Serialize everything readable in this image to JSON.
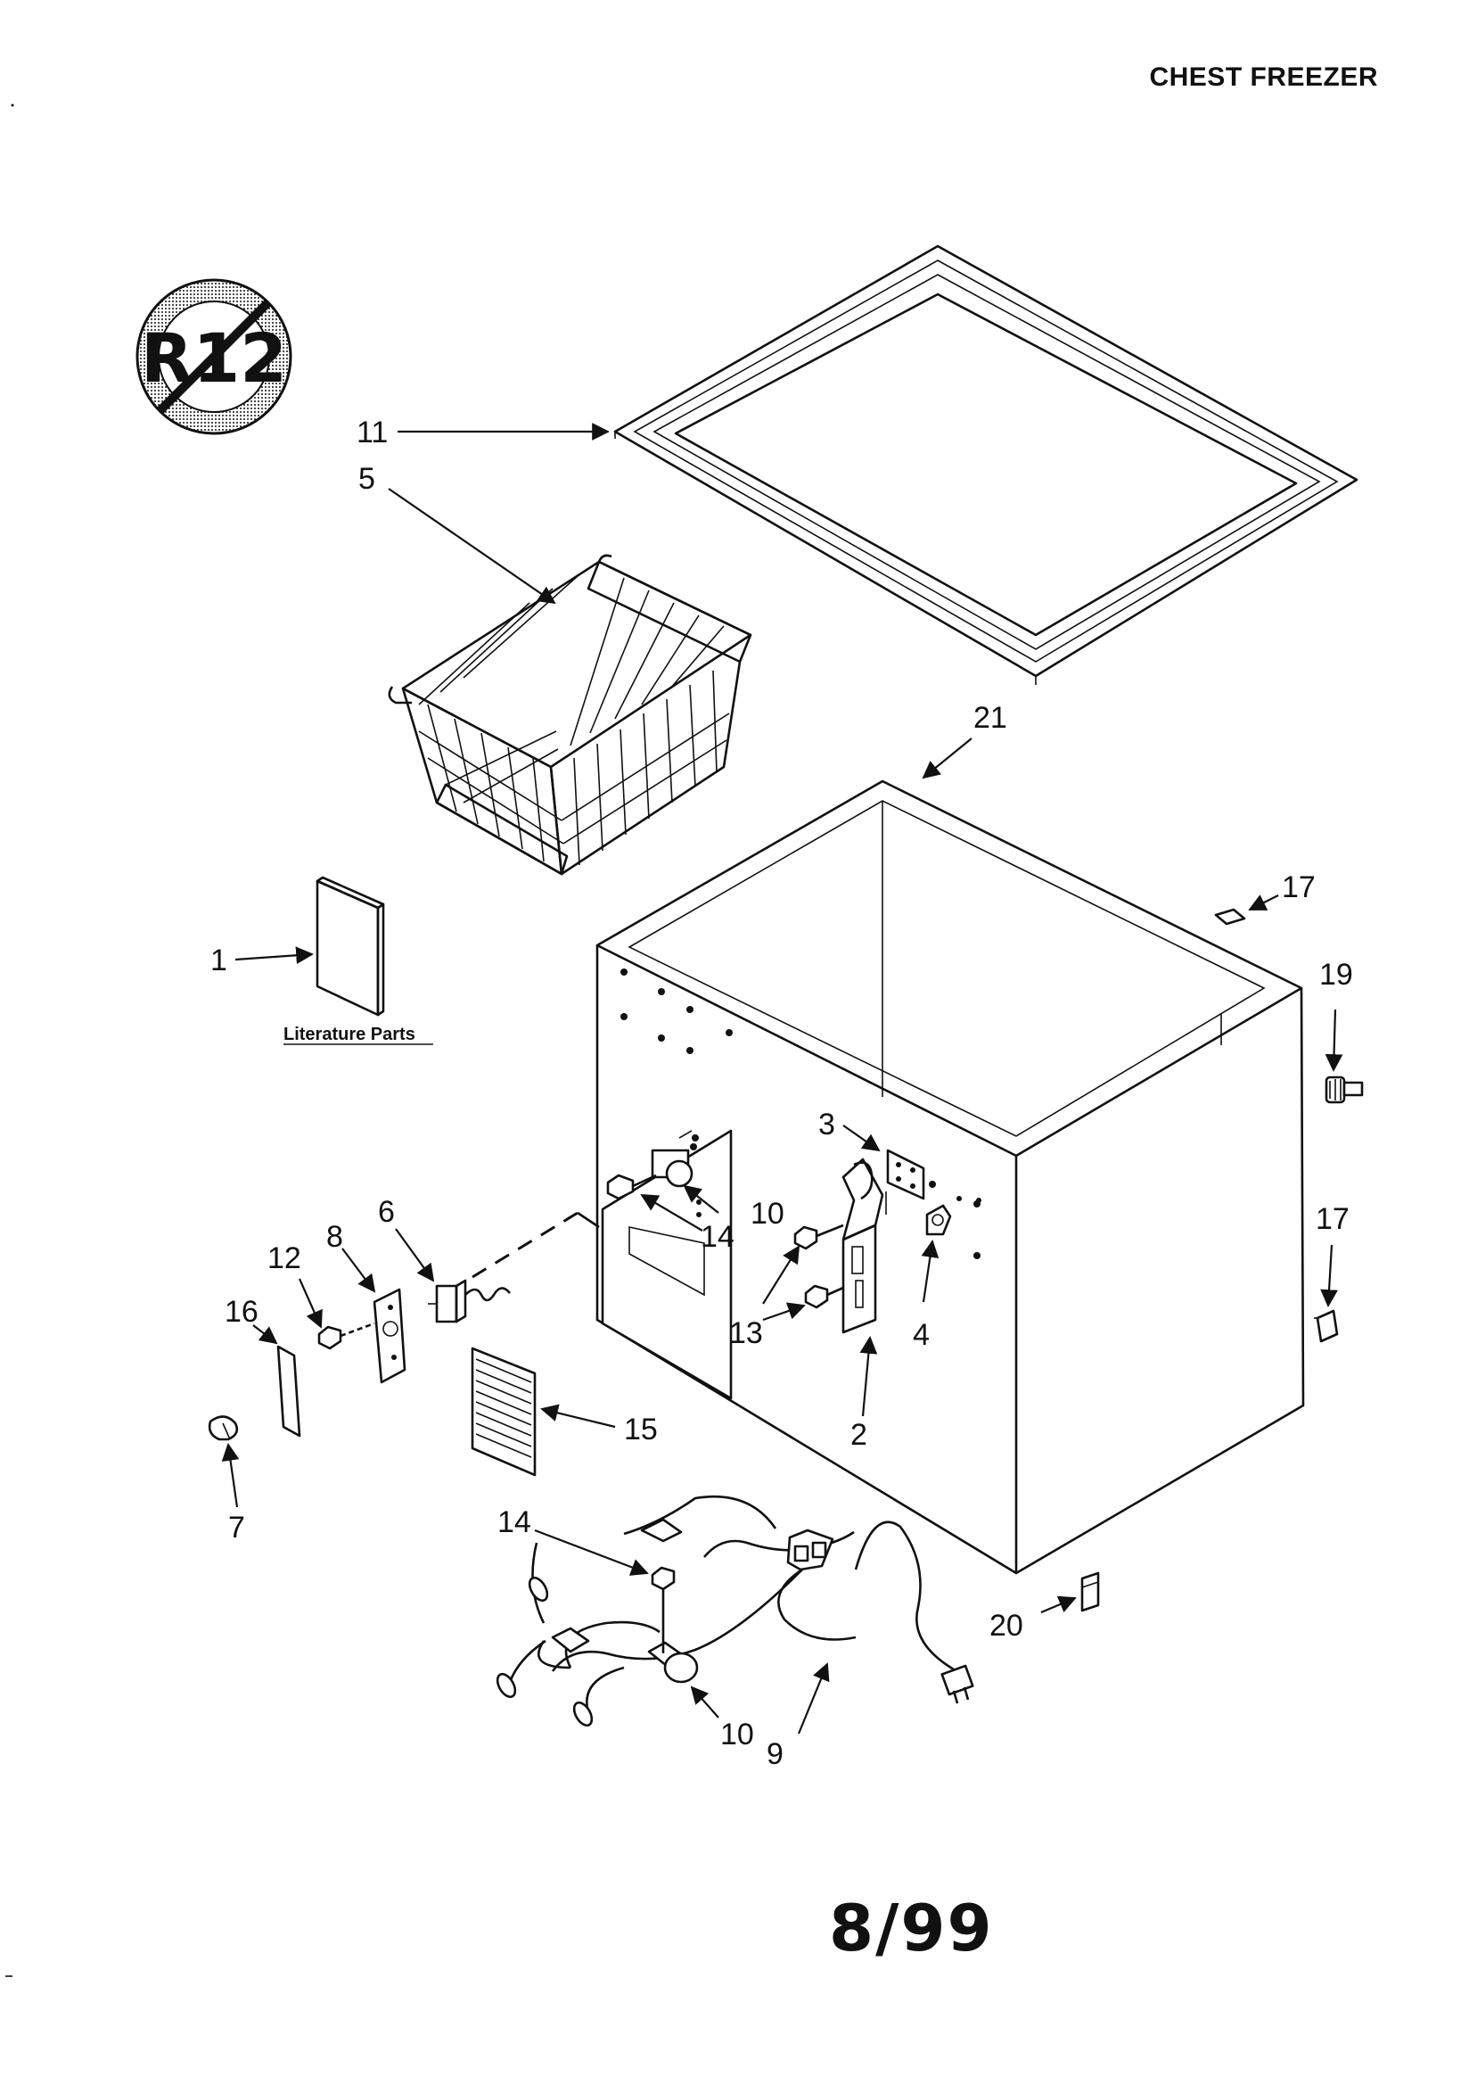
{
  "header": {
    "title": "CHEST FREEZER"
  },
  "footer": {
    "date_code": "8/99"
  },
  "badge": {
    "text": "R12",
    "icon": "no-r12-icon"
  },
  "literature": {
    "label": "Literature Parts"
  },
  "callouts": {
    "c1": "1",
    "c2": "2",
    "c3": "3",
    "c4": "4",
    "c5": "5",
    "c6": "6",
    "c7": "7",
    "c8": "8",
    "c9": "9",
    "c10a": "10",
    "c10b": "10",
    "c11": "11",
    "c12": "12",
    "c13": "13",
    "c14a": "14",
    "c14b": "14",
    "c15": "15",
    "c16": "16",
    "c17a": "17",
    "c17b": "17",
    "c19": "19",
    "c20": "20",
    "c21": "21"
  }
}
